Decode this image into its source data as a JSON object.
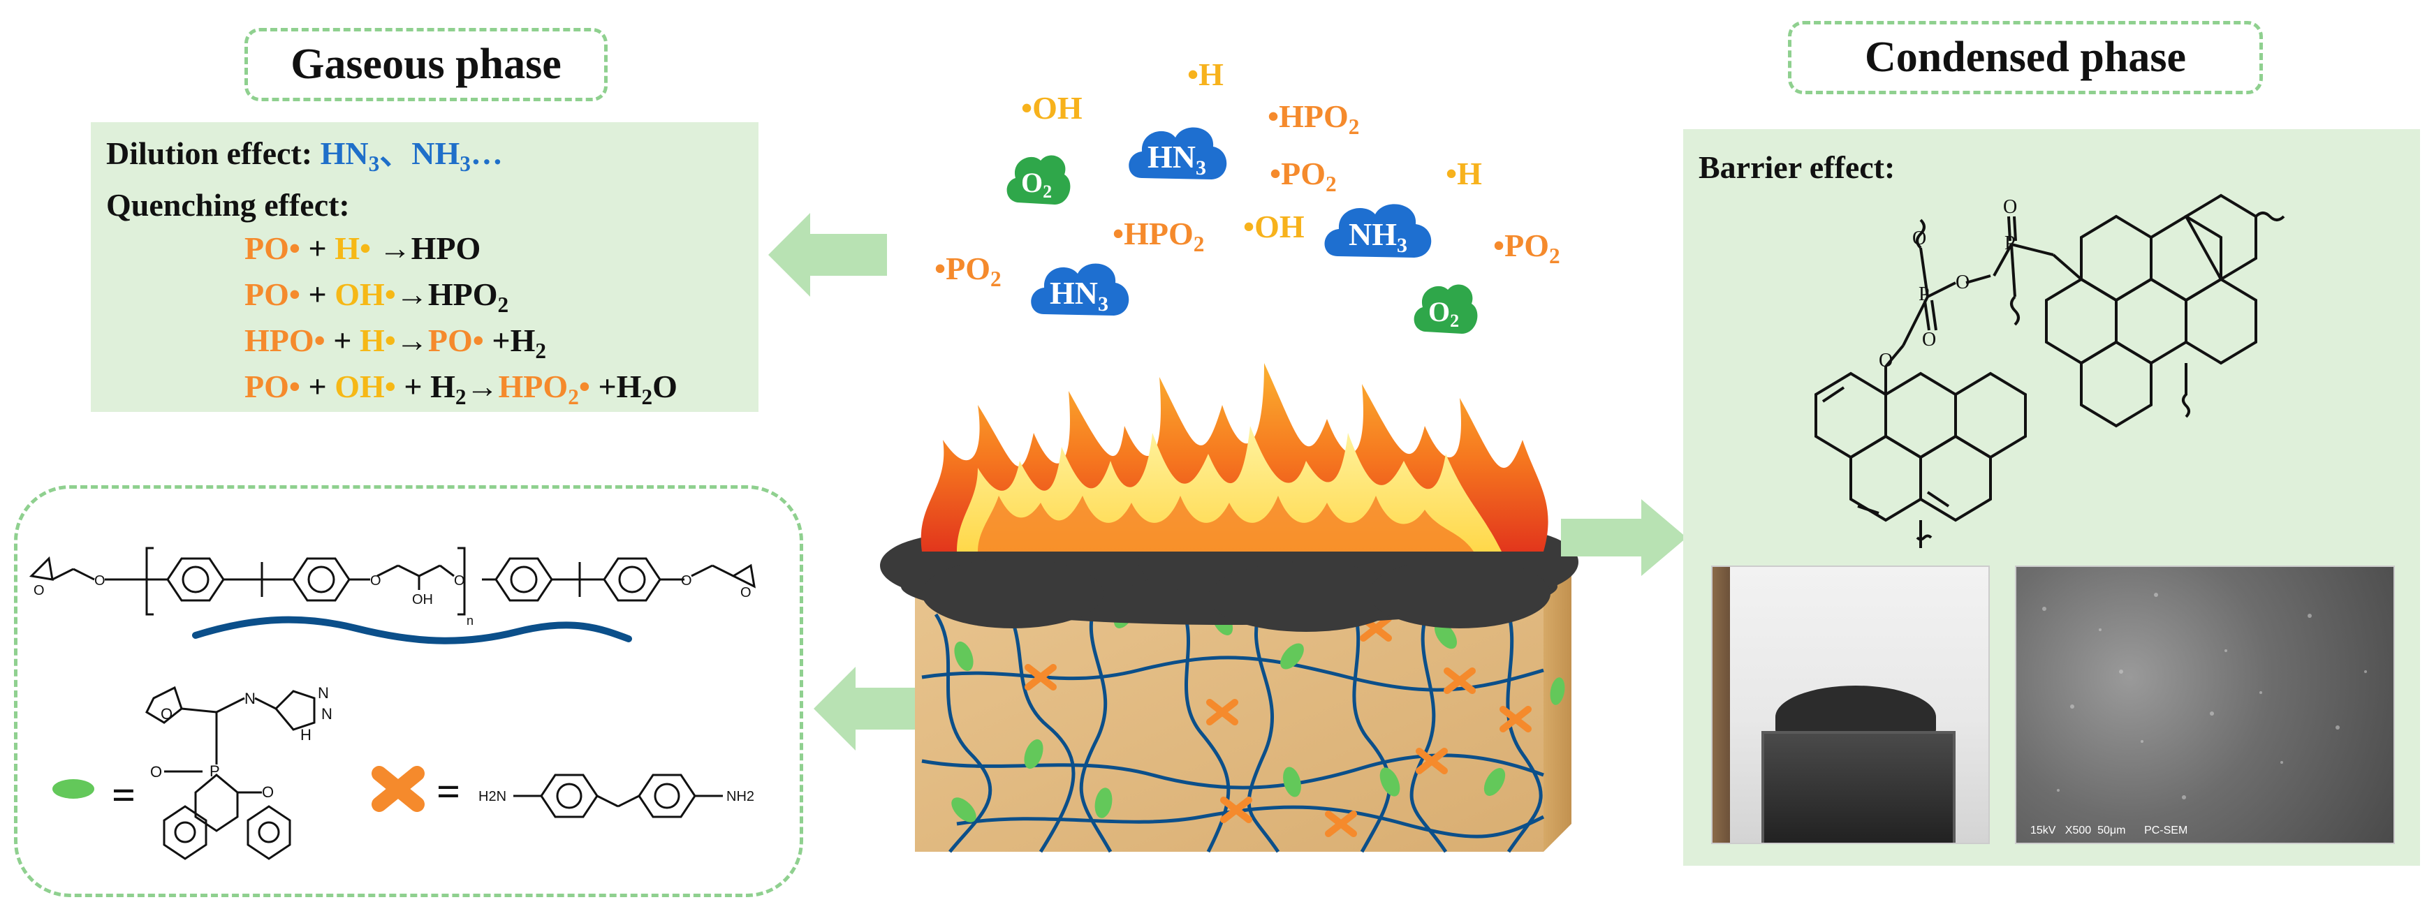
{
  "gaseous": {
    "title": "Gaseous phase",
    "dilution_label": "Dilution effect:",
    "dilution_species": "HN3、NH3…",
    "quenching_label": "Quenching effect:",
    "reactions": [
      "PO• + H• →HPO",
      "PO• + OH•→HPO2",
      "HPO• + H•→PO• +H2",
      "PO• + OH• + H2→HPO2• +H2O"
    ]
  },
  "condensed": {
    "title": "Condensed phase",
    "barrier_label": "Barrier effect:",
    "sem_caption": "15kV   X500  50μm      PC-SEM"
  },
  "flame_species": {
    "radicals": [
      {
        "text": "•H",
        "tone": "yellow"
      },
      {
        "text": "•OH",
        "tone": "yellow"
      },
      {
        "text": "•HPO2",
        "tone": "orange"
      },
      {
        "text": "•PO2",
        "tone": "orange"
      },
      {
        "text": "•H",
        "tone": "yellow"
      },
      {
        "text": "•HPO2",
        "tone": "orange"
      },
      {
        "text": "•OH",
        "tone": "yellow"
      },
      {
        "text": "•PO2",
        "tone": "orange"
      },
      {
        "text": "•PO2",
        "tone": "orange"
      }
    ],
    "gas_clouds": [
      {
        "text": "HN3",
        "color": "#1e6fd0"
      },
      {
        "text": "NH3",
        "color": "#1e6fd0"
      },
      {
        "text": "HN3",
        "color": "#1e6fd0"
      },
      {
        "text": "O2",
        "color": "#2fa74a"
      },
      {
        "text": "O2",
        "color": "#2fa74a"
      }
    ]
  },
  "structures": {
    "polymer_repeat_subscript": "n",
    "equals_1": "=",
    "equals_2": "=",
    "diamine_left": "H2N",
    "diamine_right": "NH2",
    "epoxy_oh": "OH",
    "dopo_o": "O",
    "dopo_p": "P",
    "tetrazole_n": "N",
    "tetrazole_h": "H"
  },
  "colors": {
    "panel_green": "#dff0da",
    "dash_green": "#8fd08f",
    "arrow_green": "#b8e2b3",
    "chain_blue": "#0b4f8a",
    "node_green": "#63c85a",
    "node_orange": "#f58a2c"
  }
}
